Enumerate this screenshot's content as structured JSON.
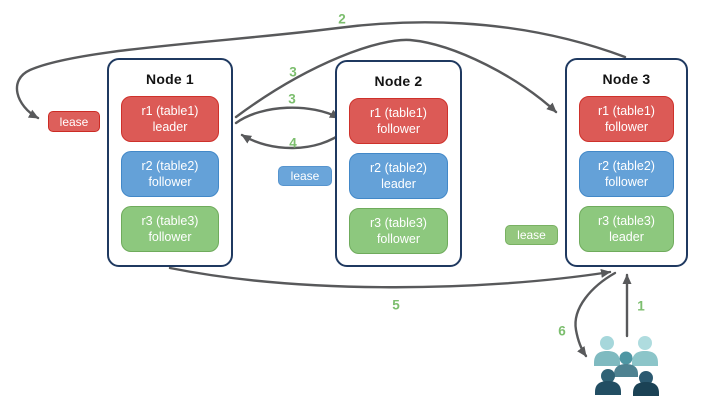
{
  "diagram": {
    "nodes": [
      {
        "title": "Node 1",
        "replicas": [
          {
            "name": "r1 (table1)",
            "role": "leader",
            "color": "red"
          },
          {
            "name": "r2 (table2)",
            "role": "follower",
            "color": "blue"
          },
          {
            "name": "r3 (table3)",
            "role": "follower",
            "color": "green"
          }
        ]
      },
      {
        "title": "Node 2",
        "replicas": [
          {
            "name": "r1 (table1)",
            "role": "follower",
            "color": "red"
          },
          {
            "name": "r2 (table2)",
            "role": "leader",
            "color": "blue"
          },
          {
            "name": "r3 (table3)",
            "role": "follower",
            "color": "green"
          }
        ]
      },
      {
        "title": "Node 3",
        "replicas": [
          {
            "name": "r1 (table1)",
            "role": "follower",
            "color": "red"
          },
          {
            "name": "r2 (table2)",
            "role": "follower",
            "color": "blue"
          },
          {
            "name": "r3 (table3)",
            "role": "leader",
            "color": "green"
          }
        ]
      }
    ],
    "leases": [
      {
        "label": "lease",
        "color": "red"
      },
      {
        "label": "lease",
        "color": "blue"
      },
      {
        "label": "lease",
        "color": "green"
      }
    ],
    "arrow_labels": {
      "a1": "1",
      "a2": "2",
      "a3_long": "3",
      "a3_short": "3",
      "a4": "4",
      "a5": "5",
      "a6": "6"
    },
    "icons": {
      "clients": "users-icon"
    },
    "colors": {
      "node_border": "#1F3960",
      "arrow": "#58595B",
      "label_green": "#7CBE6E",
      "replica_red": "#DC5A56",
      "replica_red_border": "#CE312B",
      "replica_blue": "#64A1D8",
      "replica_blue_border": "#4288C8",
      "replica_green": "#8DC87E",
      "replica_green_border": "#6FAB5C",
      "lease_red": "#DD5F5B",
      "lease_red_border": "#CC2B24",
      "lease_blue": "#6AA5DA",
      "lease_blue_border": "#5694CE",
      "lease_green": "#94C77E",
      "lease_green_border": "#79B163"
    },
    "people": [
      {
        "head": "#A6D7DB",
        "body": "#7FBAC0"
      },
      {
        "head": "#AFDCDF",
        "body": "#8CC5C9"
      },
      {
        "head": "#4E96A3",
        "body": "#4E8291"
      },
      {
        "head": "#2F6275",
        "body": "#224E63"
      },
      {
        "head": "#2B5970",
        "body": "#1B4255"
      }
    ]
  }
}
